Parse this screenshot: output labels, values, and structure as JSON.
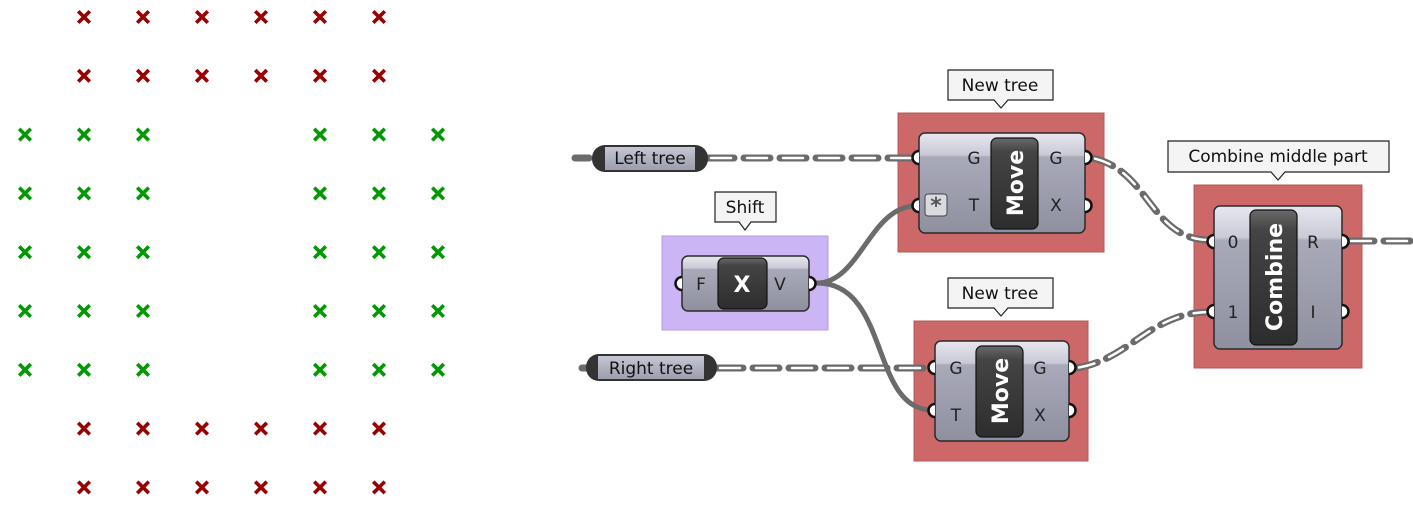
{
  "point_grid": {
    "colors": {
      "red": "#990000",
      "green": "#009900"
    },
    "rows": [
      [
        "",
        "red",
        "red",
        "red",
        "red",
        "red",
        "red",
        ""
      ],
      [
        "",
        "red",
        "red",
        "red",
        "red",
        "red",
        "red",
        ""
      ],
      [
        "green",
        "green",
        "green",
        "",
        "",
        "green",
        "green",
        "green"
      ],
      [
        "green",
        "green",
        "green",
        "",
        "",
        "green",
        "green",
        "green"
      ],
      [
        "green",
        "green",
        "green",
        "",
        "",
        "green",
        "green",
        "green"
      ],
      [
        "green",
        "green",
        "green",
        "",
        "",
        "green",
        "green",
        "green"
      ],
      [
        "green",
        "green",
        "green",
        "",
        "",
        "green",
        "green",
        "green"
      ],
      [
        "",
        "red",
        "red",
        "red",
        "red",
        "red",
        "red",
        ""
      ],
      [
        "",
        "red",
        "red",
        "red",
        "red",
        "red",
        "red",
        ""
      ]
    ]
  },
  "colors": {
    "group_red": "#cd6868",
    "group_purple": "#cbb5f5",
    "component_body": "#a8a9b8",
    "component_title": "#3a3a3a",
    "wire": "#6b6b6b"
  },
  "params": {
    "left_tree": {
      "label": "Left tree"
    },
    "right_tree": {
      "label": "Right tree"
    }
  },
  "components": {
    "shift": {
      "tooltip": "Shift",
      "title": "X",
      "inputs": [
        "F"
      ],
      "outputs": [
        "V"
      ]
    },
    "move_top": {
      "tooltip": "New tree",
      "title": "Move",
      "inputs": [
        "G",
        "T"
      ],
      "outputs": [
        "G",
        "X"
      ],
      "input_T_flag": "*"
    },
    "move_bottom": {
      "tooltip": "New tree",
      "title": "Move",
      "inputs": [
        "G",
        "T"
      ],
      "outputs": [
        "G",
        "X"
      ]
    },
    "combine": {
      "tooltip": "Combine middle part",
      "title": "Combine",
      "inputs": [
        "0",
        "1"
      ],
      "outputs": [
        "R",
        "I"
      ]
    }
  }
}
